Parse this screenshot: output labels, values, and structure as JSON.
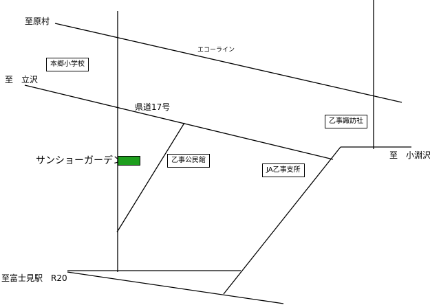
{
  "destinations": {
    "harabara": "至原村",
    "tachizawa": "至　立沢",
    "kobuchizawa": "至　小淵沢",
    "fujimi_station": "至富士見駅　R20"
  },
  "roads": {
    "eco_line": "エコーライン",
    "prefectural_17": "県道17号"
  },
  "landmarks": {
    "hongo_school": "本郷小学校",
    "otsuji_suwa_shrine": "乙事諏訪社",
    "otsuji_community_hall": "乙事公民館",
    "ja_otsuji": "JA乙事支所"
  },
  "destination_name": "サンショーガーデン",
  "colors": {
    "marker": "#1e9e1e",
    "line": "#000000"
  }
}
